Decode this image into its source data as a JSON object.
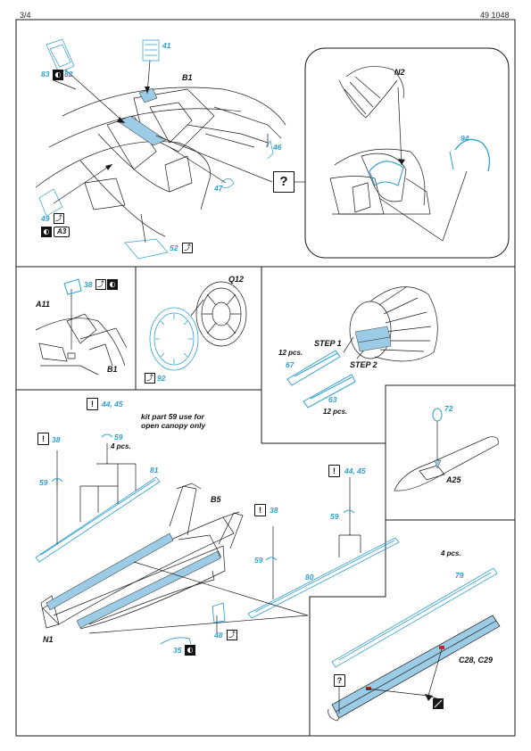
{
  "header": {
    "page": "3/4",
    "code": "49 1048"
  },
  "colors": {
    "etch": "#2f9fd1",
    "highlight": "#9ccbe6",
    "outline": "#1a1a1a",
    "marker": "#c0262b"
  },
  "icons": [
    "bend-icon",
    "paint-icon",
    "cut-icon",
    "question-icon",
    "warning-icon"
  ],
  "panel1": {
    "p83": "83",
    "p82": "82",
    "p41": "41",
    "b1": "B1",
    "p46": "46",
    "p47": "47",
    "p49": "49",
    "a3": "A3",
    "p52": "52",
    "q": "?"
  },
  "panel_n2": {
    "n2": "N2",
    "p94": "94"
  },
  "panel_a11": {
    "a11": "A11",
    "p38": "38",
    "b1": "B1"
  },
  "panel_q12": {
    "q12": "Q12",
    "p92": "92"
  },
  "panel_step": {
    "step1": "STEP 1",
    "step2": "STEP 2",
    "pcs12a": "12 pcs.",
    "p67": "67",
    "p63": "63",
    "pcs12b": "12 pcs."
  },
  "panel_canopy": {
    "w1": "!",
    "p4445a": "44, 45",
    "note1": "kit part 59 use for",
    "note2": "open canopy only",
    "p59a": "59",
    "pcs4a": "4 pcs.",
    "w2": "!",
    "p38a": "38",
    "p59b": "59",
    "p81": "81",
    "b5": "B5",
    "w3": "!",
    "p4445b": "44, 45",
    "p59c": "59",
    "w4": "!",
    "p38b": "38",
    "p59d": "59",
    "p80": "80",
    "n1": "N1",
    "p35": "35",
    "p48": "48"
  },
  "panel_a25": {
    "p72": "72",
    "a25": "A25"
  },
  "panel_rails": {
    "pcs4": "4 pcs.",
    "p79": "79",
    "c2829": "C28, C29",
    "q": "?"
  }
}
